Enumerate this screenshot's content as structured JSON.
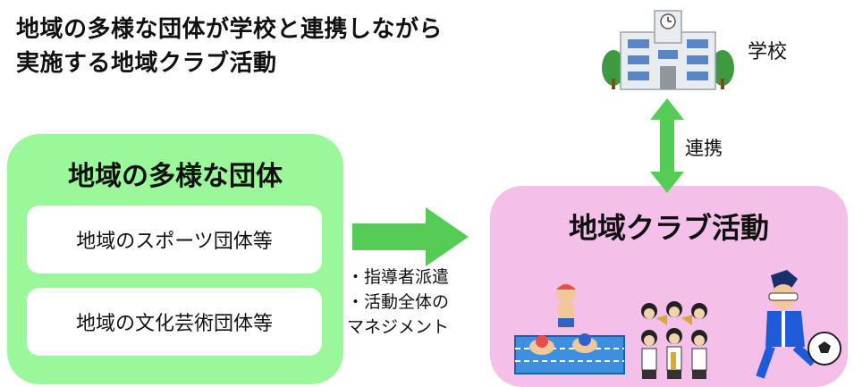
{
  "title": {
    "line1": "地域の多様な団体が学校と連携しながら",
    "line2": "実施する地域クラブ活動"
  },
  "organizations": {
    "heading": "地域の多様な団体",
    "items": [
      "地域のスポーツ団体等",
      "地域の文化芸術団体等"
    ]
  },
  "support": {
    "line1": "・指導者派遣",
    "line2": "・活動全体の",
    "line3": "マネジメント"
  },
  "club": {
    "heading": "地域クラブ活動"
  },
  "link": {
    "label": "連携"
  },
  "school": {
    "label": "学校"
  },
  "colors": {
    "organizations_bg": "#9af79a",
    "club_bg": "#f4c0ea",
    "arrow": "#55cc55"
  }
}
